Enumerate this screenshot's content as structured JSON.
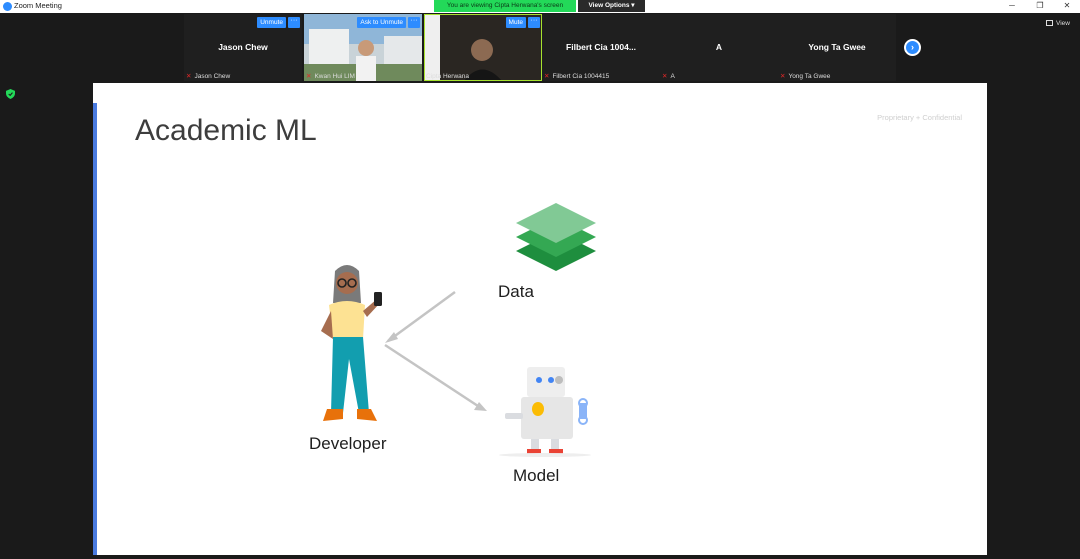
{
  "window": {
    "title": "Zoom Meeting",
    "minimize": "─",
    "maximize": "❐",
    "close": "✕"
  },
  "share_banner": "You are viewing Cipta Herwana's screen",
  "view_options": "View Options ▾",
  "view_button": "View",
  "participants": [
    {
      "display": "Jason Chew",
      "label": "Jason Chew",
      "muted": true,
      "action": "Unmute",
      "more": "···"
    },
    {
      "display": "",
      "label": "Kwan Hui LIM",
      "muted": true,
      "action": "Ask to Unmute",
      "more": "···"
    },
    {
      "display": "",
      "label": "Cipta Herwana",
      "muted": false,
      "action": "Mute",
      "more": "···"
    },
    {
      "display": "Filbert Cia 1004...",
      "label": "Filbert Cia 1004415",
      "muted": true,
      "action": "",
      "more": ""
    },
    {
      "display": "A",
      "label": "A",
      "muted": true,
      "action": "",
      "more": ""
    },
    {
      "display": "Yong Ta Gwee",
      "label": "Yong Ta Gwee",
      "muted": true,
      "action": "",
      "more": ""
    }
  ],
  "next_page": "›",
  "slide": {
    "title": "Academic ML",
    "confidential": "Proprietary + Confidential",
    "data_label": "Data",
    "developer_label": "Developer",
    "model_label": "Model"
  },
  "colors": {
    "zoom_blue": "#2d8cff",
    "banner_green": "#23d959",
    "accent": "#4a7be0"
  }
}
